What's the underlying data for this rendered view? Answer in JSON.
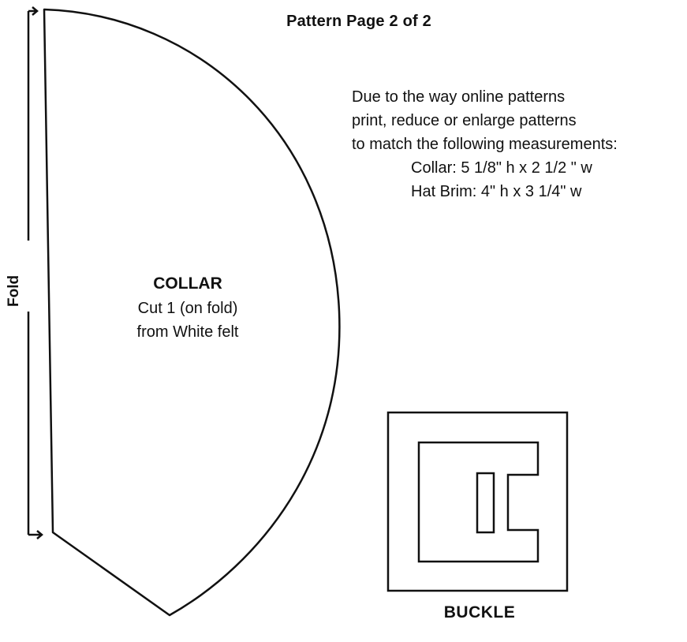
{
  "header": {
    "title": "Pattern Page 2 of 2"
  },
  "instructions": {
    "lines": [
      "Due to the way online patterns",
      "print, reduce or enlarge patterns",
      "to match the following measurements:"
    ],
    "measurements": [
      "Collar: 5 1/8\" h x 2 1/2 \" w",
      "Hat Brim: 4\" h x 3 1/4\" w"
    ]
  },
  "fold": {
    "label": "Fold"
  },
  "collar": {
    "title": "COLLAR",
    "cut": "Cut 1 (on fold)",
    "material": "from White felt"
  },
  "buckle": {
    "label": "BUCKLE"
  },
  "colors": {
    "ink": "#111111",
    "paper": "#ffffff"
  }
}
